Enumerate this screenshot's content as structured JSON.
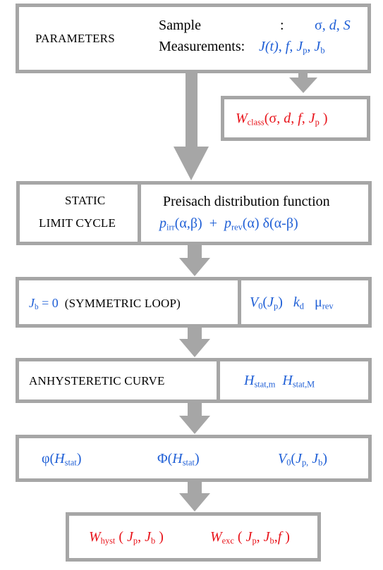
{
  "parameters": {
    "title": "PARAMETERS",
    "sample_label": "Sample",
    "sample_colon": ":",
    "sample_vars": [
      "σ",
      "d",
      "S"
    ],
    "measurements_label": "Measurements:",
    "measurement_vars": [
      "J(t)",
      "f",
      "J",
      "p",
      "J",
      "b"
    ]
  },
  "wclass": {
    "symbol": "W",
    "subscript": "class",
    "args_open": "(σ, ",
    "arg_d": "d",
    "sep1": ", ",
    "arg_f": "f",
    "sep2": ", ",
    "arg_J": "J",
    "arg_J_sub": "p",
    "args_close": " )"
  },
  "static": {
    "title_line1": "STATIC",
    "title_line2": "LIMIT CYCLE",
    "heading": "Preisach distribution function",
    "p1": "p",
    "p1_sub": "irr",
    "p1_args": "(α,β)",
    "plus": "+",
    "p2": "p",
    "p2_sub": "rev",
    "p2_args": "(α)",
    "delta": "δ(α-β)"
  },
  "symmetric": {
    "jb": "J",
    "jb_sub": "b",
    "eq": "= 0",
    "label": "(SYMMETRIC LOOP)",
    "v0": "V",
    "v0_sub": "0",
    "v0_open": "(",
    "v0_arg": "J",
    "v0_arg_sub": "p",
    "v0_close": ")",
    "kd": "k",
    "kd_sub": "d",
    "mu": "μ",
    "mu_sub": "rev"
  },
  "anhysteretic": {
    "label": "ANHYSTERETIC CURVE",
    "h1": "H",
    "h1_sub": "stat,m",
    "h2": "H",
    "h2_sub": "stat,M"
  },
  "functions": {
    "phi_small": "φ(",
    "phi_small_arg": "H",
    "phi_small_sub": "stat",
    "phi_small_close": ")",
    "phi_big": "Φ(",
    "phi_big_arg": "H",
    "phi_big_sub": "stat",
    "phi_big_close": ")",
    "v0": "V",
    "v0_sub": "0",
    "v0_open": "(",
    "v0_a": "J",
    "v0_a_sub": "p,",
    "v0_b": "J",
    "v0_b_sub": "b",
    "v0_close": ")"
  },
  "losses": {
    "wh": "W",
    "wh_sub": "hyst",
    "wh_open": " ( ",
    "wh_a": "J",
    "wh_a_sub": "p",
    "wh_sep": ", ",
    "wh_b": "J",
    "wh_b_sub": "b",
    "wh_close": " )",
    "we": "W",
    "we_sub": "exc",
    "we_open": " ( ",
    "we_a": "J",
    "we_a_sub": "p",
    "we_sep": ", ",
    "we_b": "J",
    "we_b_sub": "b",
    "we_sep2": ",",
    "we_f": "f",
    "we_close": " )"
  },
  "colors": {
    "border": "#a6a6a6",
    "blue": "#1f5fd6",
    "red": "#e8141b"
  }
}
